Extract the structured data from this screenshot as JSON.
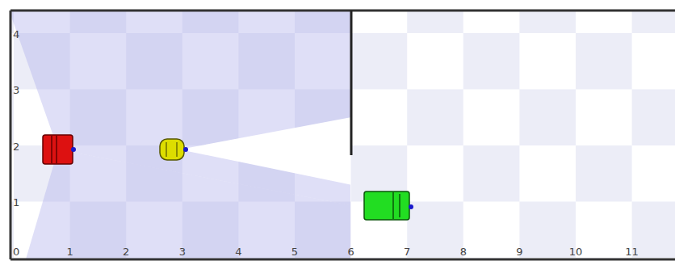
{
  "diagram": {
    "labels": [
      "4",
      "3",
      "2",
      "1",
      "0",
      "1",
      "2",
      "3",
      "4",
      "5",
      "6",
      "7",
      "8",
      "9",
      "10",
      "11"
    ]
  }
}
